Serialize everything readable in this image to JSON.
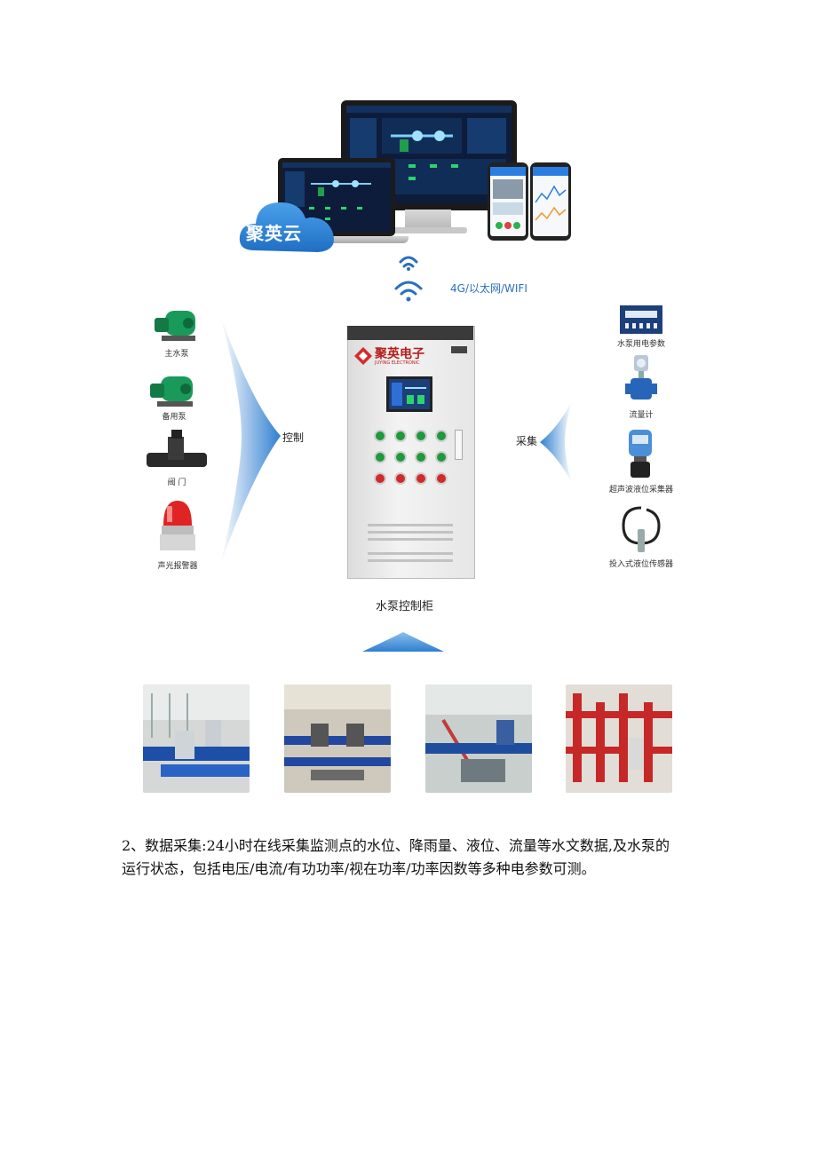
{
  "diagram": {
    "cloud_label": "聚英云",
    "network_label": "4G/以太网/WIFI",
    "cabinet_brand": "聚英电子",
    "cabinet_brand_en": "JUYING ELECTRONIC",
    "cabinet_caption": "水泵控制柜",
    "control_label": "控制",
    "collect_label": "采集",
    "left_devices": [
      "主水泵",
      "备用泵",
      "阀 门",
      "声光报警器"
    ],
    "right_devices": [
      "水泵用电参数",
      "流量计",
      "超声波液位采集器",
      "投入式液位传感器"
    ]
  },
  "paragraph": {
    "line1": "2、数据采集:24小时在线采集监测点的水位、降雨量、液位、流量等水文数据,及水泵的",
    "line2": "运行状态，包括电压/电流/有功功率/视在功率/功率因数等多种电参数可测。"
  }
}
